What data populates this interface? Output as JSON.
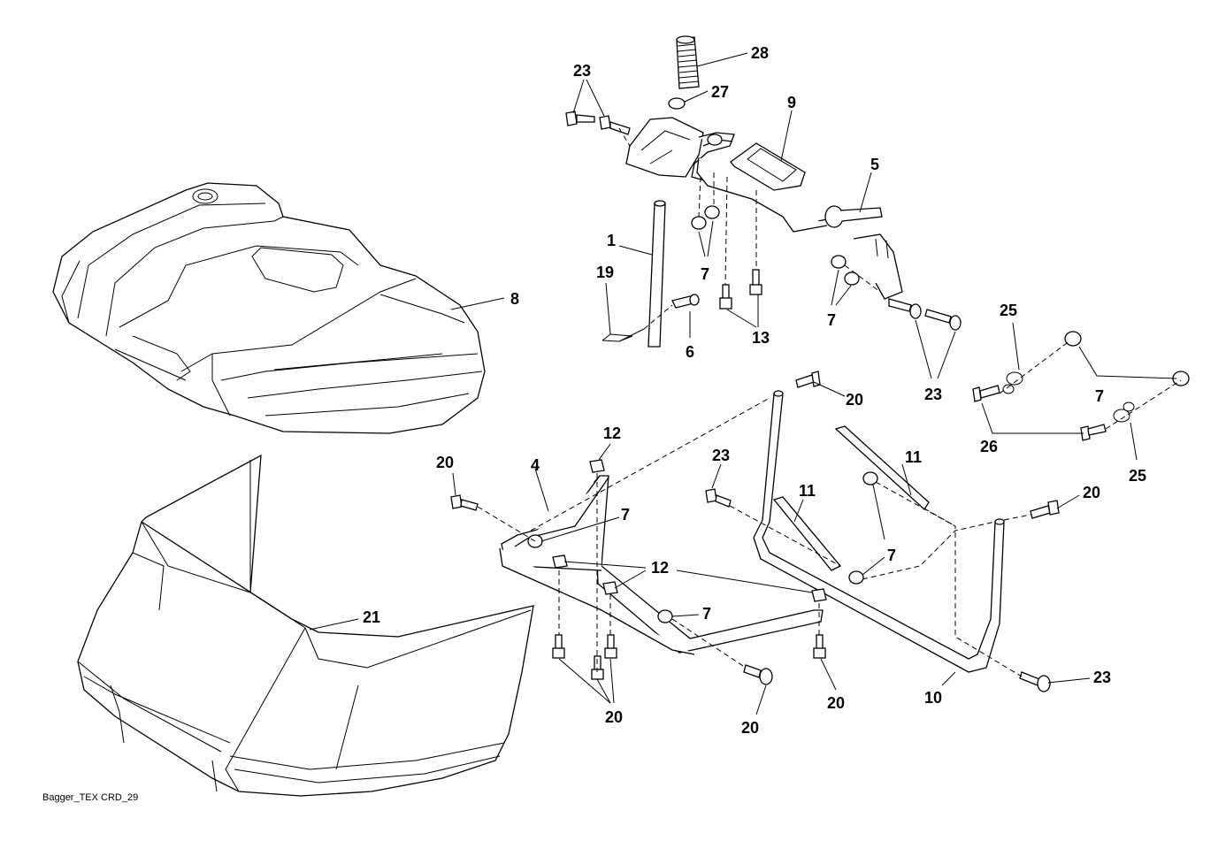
{
  "caption": "Bagger_TEX CRD_29",
  "labels": {
    "l28": "28",
    "l27": "27",
    "l23a": "23",
    "l9": "9",
    "l5": "5",
    "l1": "1",
    "l19": "19",
    "l7a": "7",
    "l6": "6",
    "l13": "13",
    "l7b": "7",
    "l23b": "23",
    "l8": "8",
    "l25a": "25",
    "l7c": "7",
    "l26": "26",
    "l25b": "25",
    "l20a": "20",
    "l12a": "12",
    "l20b": "20",
    "l4": "4",
    "l23c": "23",
    "l11a": "11",
    "l11b": "11",
    "l20c": "20",
    "l7d": "7",
    "l7e": "7",
    "l12b": "12",
    "l21": "21",
    "l7f": "7",
    "l23d": "23",
    "l10": "10",
    "l20d": "20",
    "l20e": "20",
    "l20f": "20"
  }
}
